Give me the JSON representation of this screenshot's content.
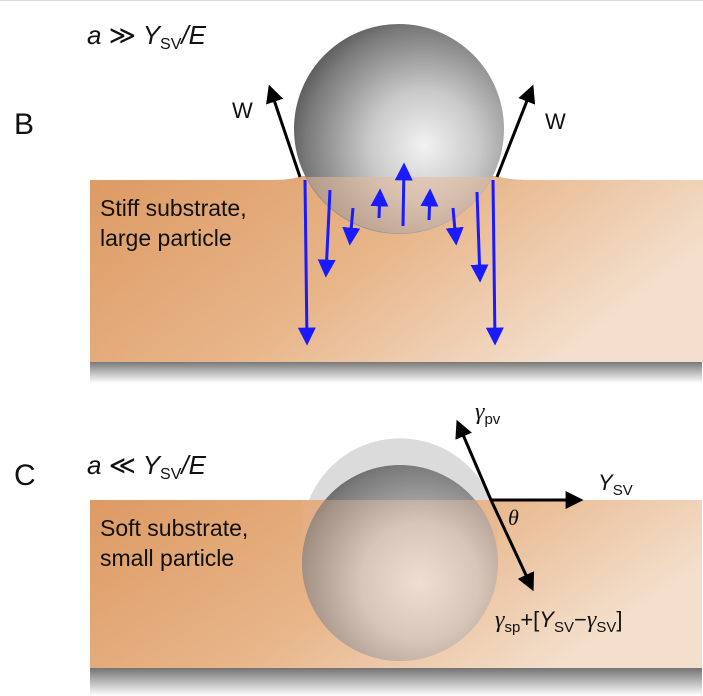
{
  "panel_b": {
    "letter": "B",
    "condition": {
      "a": "a",
      "relation": "≫",
      "Y": "Y",
      "Y_sub": "SV",
      "slash_E": "/E"
    },
    "caption_line1": "Stiff substrate,",
    "caption_line2": "large particle",
    "force_left": "W",
    "force_right": "W"
  },
  "panel_c": {
    "letter": "C",
    "condition": {
      "a": "a",
      "relation": "≪",
      "Y": "Y",
      "Y_sub": "SV",
      "slash_E": "/E"
    },
    "caption_line1": "Soft substrate,",
    "caption_line2": "small particle",
    "gamma_pv": {
      "symbol": "γ",
      "sub": "pv"
    },
    "Y_sv": {
      "symbol": "Y",
      "sub": "SV"
    },
    "theta": "θ",
    "bottom_label": {
      "g1": "γ",
      "g1_sub": "sp",
      "plus_open": "+[",
      "Y": "Y",
      "Y_sub": "SV",
      "minus": "−",
      "g2": "γ",
      "g2_sub": "SV",
      "close": "]"
    }
  },
  "colors": {
    "substrate_dark": "#dd9a63",
    "substrate_light": "#f2dcc6",
    "stress_arrows": "#1a1aff",
    "force_arrows": "#000000"
  }
}
